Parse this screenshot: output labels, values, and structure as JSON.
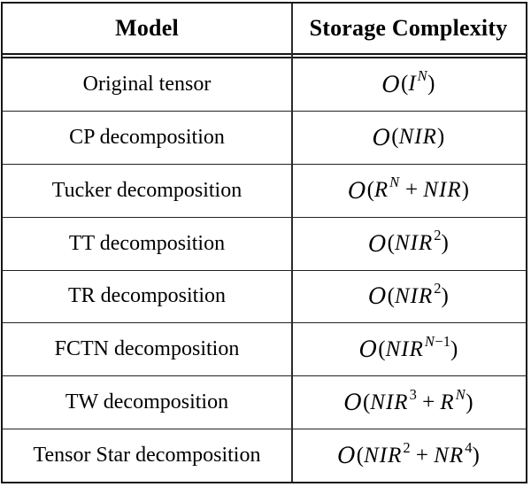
{
  "table": {
    "header": {
      "model": "Model",
      "complexity": "Storage Complexity"
    },
    "rows": [
      {
        "model": "Original tensor",
        "complexity": "O(I^{N})"
      },
      {
        "model": "CP decomposition",
        "complexity": "O(NIR)"
      },
      {
        "model": "Tucker decomposition",
        "complexity": "O(R^{N} + NIR)"
      },
      {
        "model": "TT decomposition",
        "complexity": "O(NIR^{2})"
      },
      {
        "model": "TR decomposition",
        "complexity": "O(NIR^{2})"
      },
      {
        "model": "FCTN decomposition",
        "complexity": "O(NIR^{N-1})"
      },
      {
        "model": "TW decomposition",
        "complexity": "O(NIR^{3} + R^{N})"
      },
      {
        "model": "Tensor Star decomposition",
        "complexity": "O(NIR^{2} + NR^{4})"
      }
    ]
  },
  "chart_data": {
    "type": "table",
    "columns": [
      "Model",
      "Storage Complexity"
    ],
    "rows": [
      [
        "Original tensor",
        "O(I^N)"
      ],
      [
        "CP decomposition",
        "O(NIR)"
      ],
      [
        "Tucker decomposition",
        "O(R^N + NIR)"
      ],
      [
        "TT decomposition",
        "O(NIR^2)"
      ],
      [
        "TR decomposition",
        "O(NIR^2)"
      ],
      [
        "FCTN decomposition",
        "O(NIR^(N-1))"
      ],
      [
        "TW decomposition",
        "O(NIR^3 + R^N)"
      ],
      [
        "Tensor Star decomposition",
        "O(NIR^2 + NR^4)"
      ]
    ],
    "colors": {
      "border": "#161616",
      "text": "#000000",
      "background": "#ffffff"
    }
  }
}
